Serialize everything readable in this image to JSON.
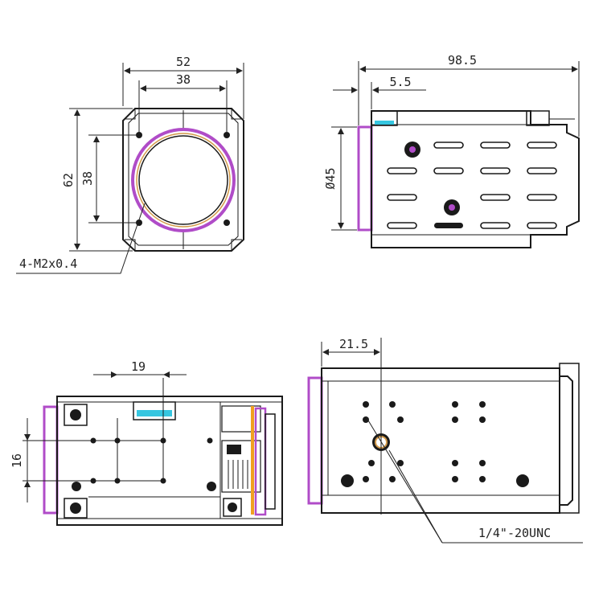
{
  "views": {
    "front": {
      "width_outer": "52",
      "width_inner": "38",
      "height_outer": "62",
      "height_inner": "38",
      "thread_note": "4-M2x0.4"
    },
    "side": {
      "length": "98.5",
      "offset": "5.5",
      "diameter": "Ø45"
    },
    "rear": {
      "spacing_x": "19",
      "spacing_y": "16"
    },
    "bottom": {
      "offset": "21.5",
      "mount_note": "1/4\"-20UNC"
    }
  },
  "colors": {
    "line": "#1a1a1a",
    "lens_ring": "#b04cc8",
    "lens_inner": "#d39a4a",
    "highlight_cyan": "#36c6e0",
    "highlight_orange": "#f0a020"
  }
}
